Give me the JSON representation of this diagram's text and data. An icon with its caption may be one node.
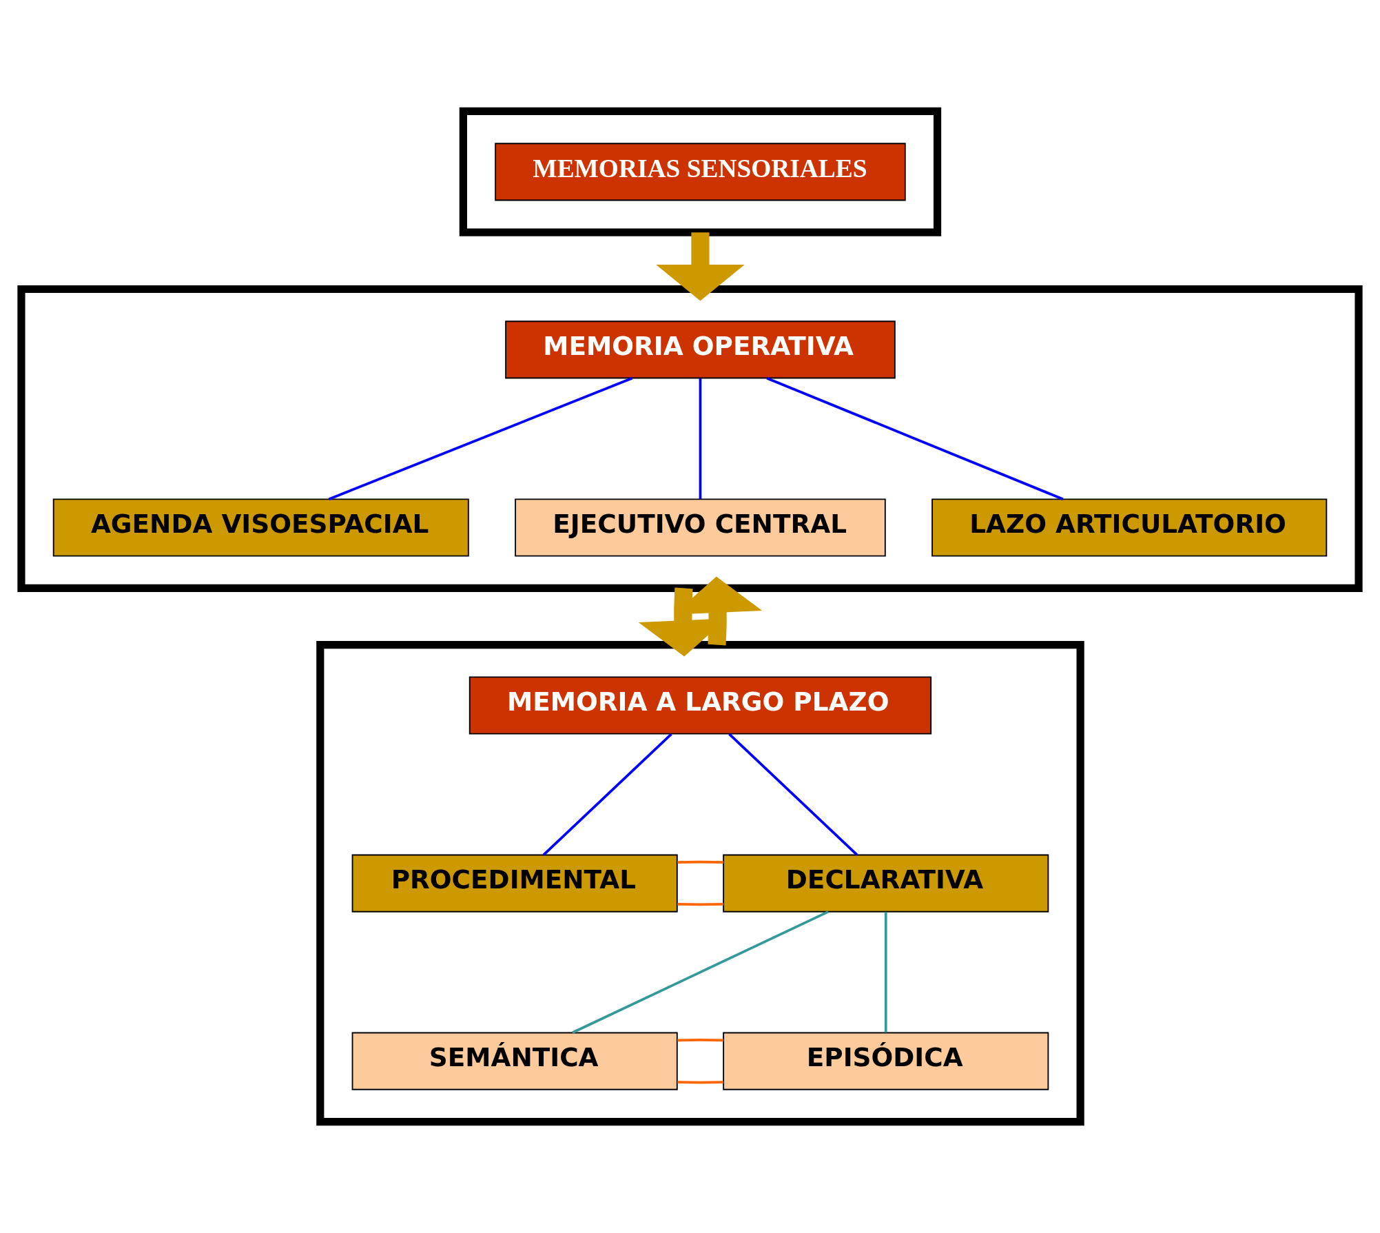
{
  "diagram": {
    "nodes": [
      {
        "text": [],
        "shape": "box"
      },
      {
        "text": [
          "MEMORIAS SENSORIALES"
        ],
        "in": 0
      },
      {
        "text": [],
        "shape": "box"
      },
      {
        "text": [
          "MEMORIA OPERATIVA"
        ],
        "in": 2
      },
      {
        "text": [
          "AGENDA VISOESPACIAL"
        ],
        "in": 2
      },
      {
        "text": [
          "EJECUTIVO CENTRAL"
        ],
        "in": 2
      },
      {
        "text": [
          "LAZO ARTICULATORIO"
        ],
        "in": 2
      },
      {
        "text": [],
        "shape": "box"
      },
      {
        "text": [
          "MEMORIA A LARGO PLAZO"
        ],
        "in": 7
      },
      {
        "text": [
          "PROCEDIMENTAL"
        ],
        "in": 7
      },
      {
        "text": [
          "DECLARATIVA"
        ],
        "in": 7
      },
      {
        "text": [
          "SEMÁNTICA"
        ],
        "in": 7
      },
      {
        "text": [
          "EPISÓDICA"
        ],
        "in": 7
      }
    ],
    "edges": [
      {
        "from": 0,
        "to": 2,
        "arrow": "to",
        "style": "thick",
        "color": "#cc9900"
      },
      {
        "from": 3,
        "to": 4,
        "arrow": "none"
      },
      {
        "from": 3,
        "to": 5,
        "arrow": "none"
      },
      {
        "from": 3,
        "to": 6,
        "arrow": "none"
      },
      {
        "from": 2,
        "to": 7,
        "arrow": "to",
        "style": "thick",
        "color": "#cc9900"
      },
      {
        "from": 7,
        "to": 2,
        "arrow": "to",
        "style": "thick",
        "color": "#cc9900"
      },
      {
        "from": 8,
        "to": 9,
        "arrow": "none"
      },
      {
        "from": 8,
        "to": 10,
        "arrow": "none"
      },
      {
        "from": 9,
        "to": 10,
        "arrow": "none",
        "color": "#ff6600"
      },
      {
        "from": 9,
        "to": 10,
        "arrow": "none",
        "color": "#ff6600"
      },
      {
        "from": 10,
        "to": 11,
        "arrow": "none",
        "color": "#339999"
      },
      {
        "from": 10,
        "to": 12,
        "arrow": "none",
        "color": "#339999"
      },
      {
        "from": 11,
        "to": 12,
        "arrow": "none",
        "color": "#ff6600"
      },
      {
        "from": 11,
        "to": 12,
        "arrow": "none",
        "color": "#ff6600"
      }
    ]
  }
}
